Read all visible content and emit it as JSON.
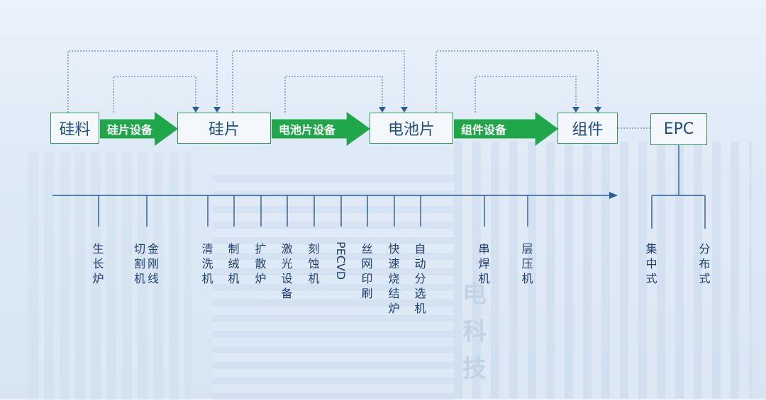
{
  "flow": {
    "nodes": [
      {
        "id": "n0",
        "label": "硅料"
      },
      {
        "id": "n1",
        "label": "硅片"
      },
      {
        "id": "n2",
        "label": "电池片"
      },
      {
        "id": "n3",
        "label": "组件"
      },
      {
        "id": "n4",
        "label": "EPC"
      }
    ],
    "arrows": [
      {
        "label": "硅片设备"
      },
      {
        "label": "电池片设备"
      },
      {
        "label": "组件设备"
      }
    ]
  },
  "equipment": [
    {
      "cols": [
        "生",
        "长",
        "炉"
      ]
    },
    {
      "cols": [
        "切金",
        "割刚",
        "机线"
      ]
    },
    {
      "cols": [
        "清",
        "洗",
        "机"
      ]
    },
    {
      "cols": [
        "制",
        "绒",
        "机"
      ]
    },
    {
      "cols": [
        "扩",
        "散",
        "炉"
      ]
    },
    {
      "cols": [
        "激",
        "光",
        "设",
        "备"
      ]
    },
    {
      "cols": [
        "刻",
        "蚀",
        "机"
      ]
    },
    {
      "text": "PECVD",
      "rotated": true
    },
    {
      "cols": [
        "丝",
        "网",
        "印",
        "刷"
      ]
    },
    {
      "cols": [
        "快",
        "速",
        "烧",
        "结",
        "炉"
      ]
    },
    {
      "cols": [
        "自",
        "动",
        "分",
        "选",
        "机"
      ]
    },
    {
      "cols": [
        "串",
        "焊",
        "机"
      ]
    },
    {
      "cols": [
        "层",
        "压",
        "机"
      ]
    }
  ],
  "epc_types": [
    {
      "cols": [
        "集",
        "中",
        "式"
      ]
    },
    {
      "cols": [
        "分",
        "布",
        "式"
      ]
    }
  ],
  "watermark": {
    "chars": [
      "电",
      "科",
      "技"
    ]
  },
  "colors": {
    "arrow_green": "#20a74a",
    "node_border": "#2f9a5a",
    "line_blue": "#2a5e99",
    "text_blue": "#1f3f70",
    "background": "#e3edf8"
  }
}
